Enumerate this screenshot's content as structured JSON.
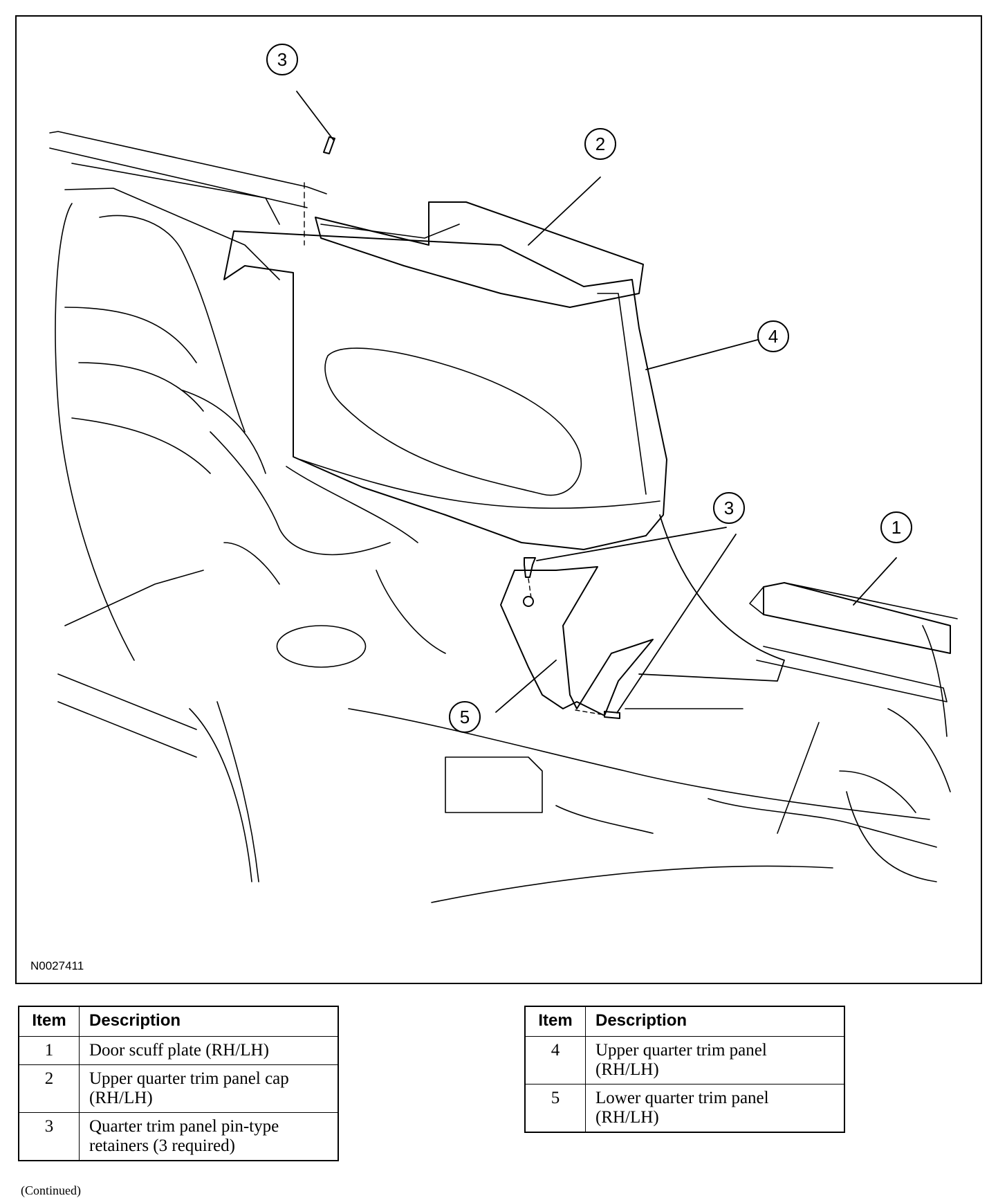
{
  "figure": {
    "id": "N0027411",
    "callouts": [
      "3",
      "2",
      "4",
      "3",
      "1",
      "5"
    ]
  },
  "legend_left": {
    "headers": {
      "item": "Item",
      "description": "Description"
    },
    "rows": [
      {
        "item": "1",
        "description": "Door scuff plate (RH/LH)"
      },
      {
        "item": "2",
        "description": "Upper quarter trim panel cap (RH/LH)"
      },
      {
        "item": "3",
        "description": "Quarter trim panel pin-type retainers (3 required)"
      }
    ]
  },
  "legend_right": {
    "headers": {
      "item": "Item",
      "description": "Description"
    },
    "rows": [
      {
        "item": "4",
        "description": "Upper quarter trim panel (RH/LH)"
      },
      {
        "item": "5",
        "description": "Lower quarter trim panel (RH/LH)"
      }
    ]
  },
  "footer": {
    "continued": "(Continued)"
  }
}
